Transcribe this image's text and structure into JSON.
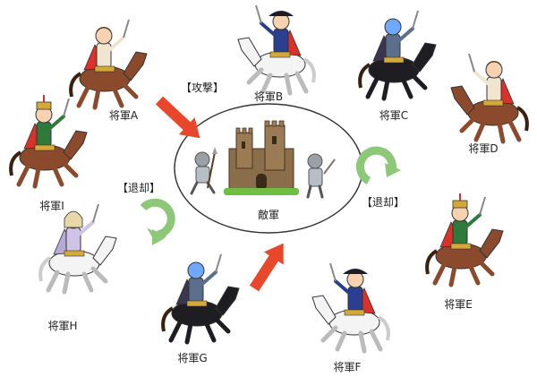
{
  "center": {
    "label": "敵軍"
  },
  "generals": [
    {
      "id": "A",
      "label": "将軍A",
      "kind": "knight-tan"
    },
    {
      "id": "B",
      "label": "将軍B",
      "kind": "napoleon"
    },
    {
      "id": "C",
      "label": "将軍C",
      "kind": "dark-rider"
    },
    {
      "id": "D",
      "label": "将軍D",
      "kind": "knight-tan"
    },
    {
      "id": "E",
      "label": "将軍E",
      "kind": "cavalry"
    },
    {
      "id": "F",
      "label": "将軍F",
      "kind": "napoleon"
    },
    {
      "id": "G",
      "label": "将軍G",
      "kind": "dark-rider"
    },
    {
      "id": "H",
      "label": "将軍H",
      "kind": "white-rider"
    },
    {
      "id": "I",
      "label": "将軍I",
      "kind": "cavalry"
    }
  ],
  "annotations": {
    "attack": "【攻撃】",
    "retreat_left": "【退却】",
    "retreat_right": "【退却】"
  },
  "colors": {
    "attack_arrow": "#e8472b",
    "retreat_arrow": "#8cc878",
    "ellipse_stroke": "#333333",
    "castle": "#8a6d4a",
    "grass": "#6fbf44",
    "horse_brown": "#8b4a2b",
    "horse_dark": "#1d1d22",
    "horse_white": "#f4f4f4",
    "cape_red": "#d8322b",
    "soldier_gray": "#9aa0a8"
  }
}
